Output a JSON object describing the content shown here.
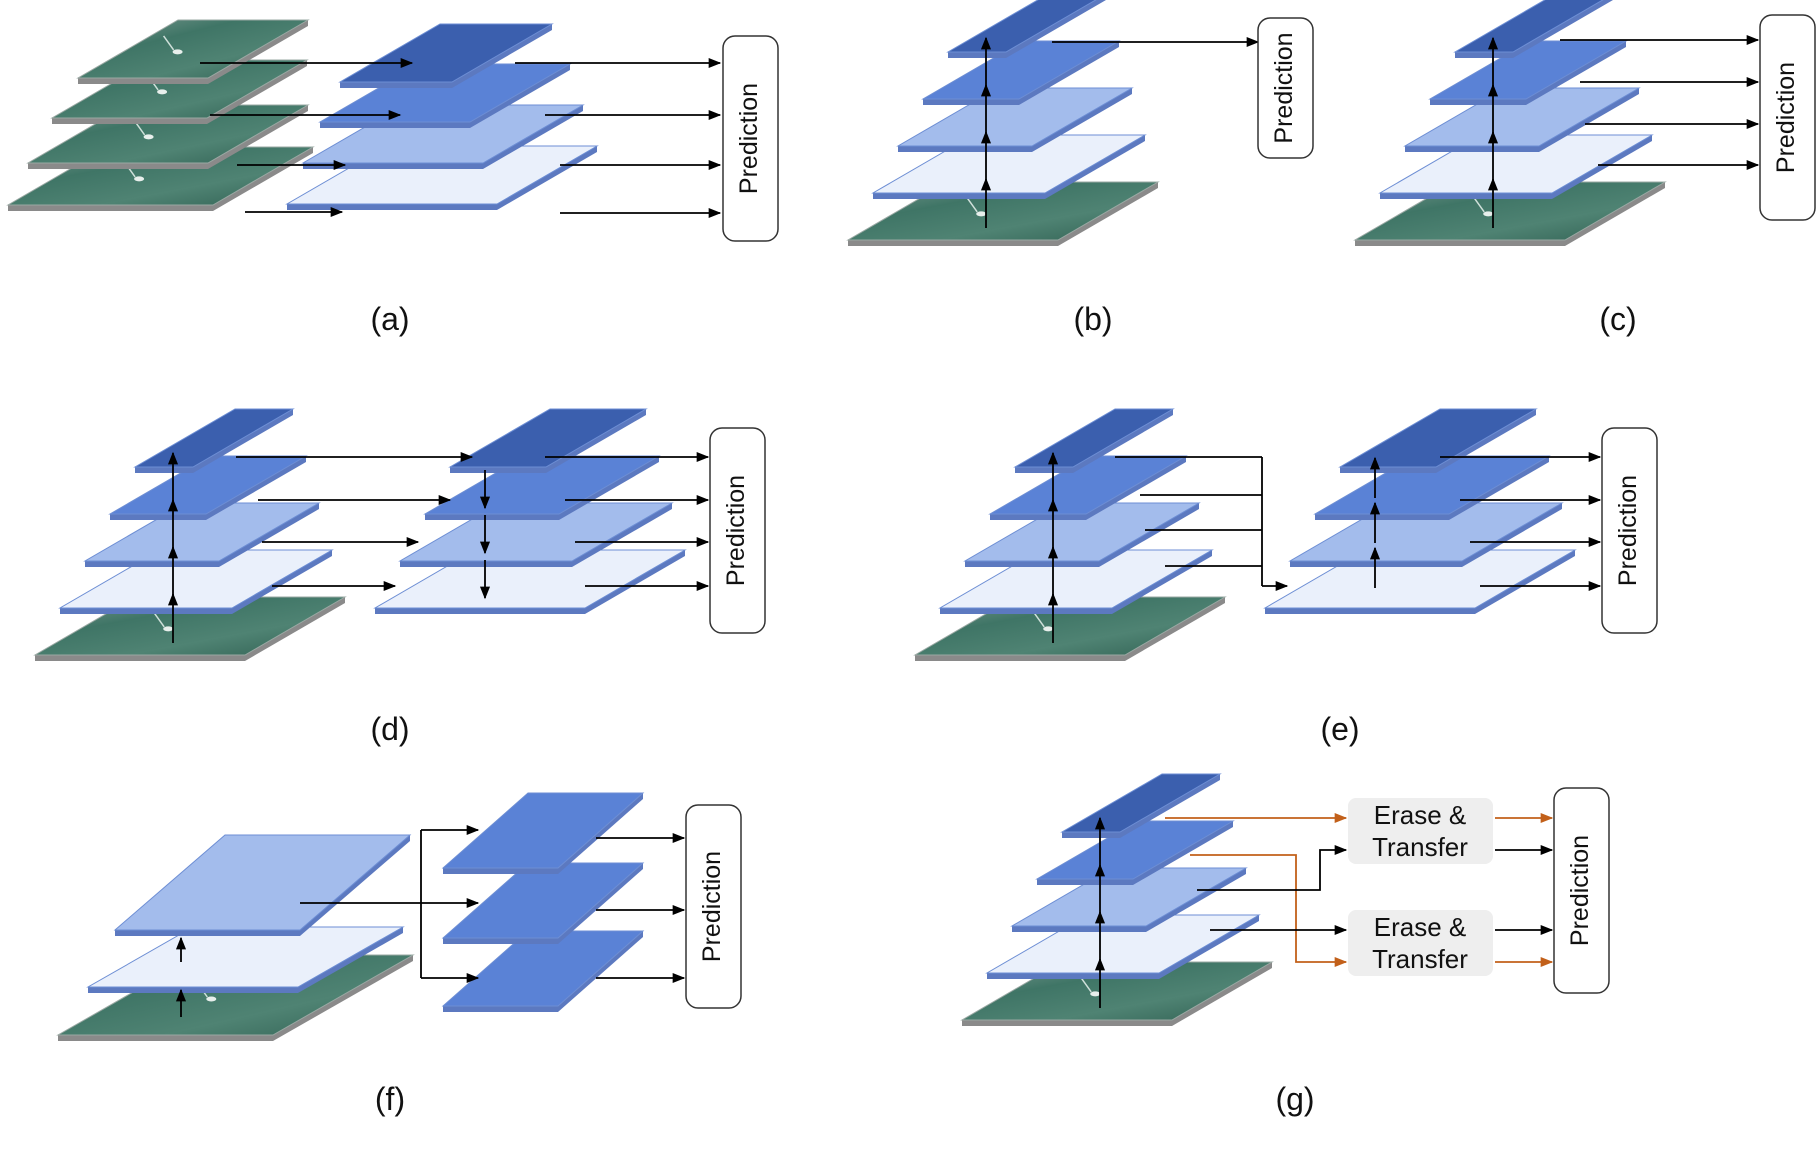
{
  "labels": {
    "prediction": "Prediction",
    "erase": "Erase &",
    "transfer": "Transfer"
  },
  "captions": [
    "(a)",
    "(b)",
    "(c)",
    "(d)",
    "(e)",
    "(f)",
    "(g)"
  ],
  "colors": {
    "level_top": "#3b5fae",
    "level_2": "#5a82d6",
    "level_3": "#a3bcec",
    "level_4": "#eaf0fb",
    "edge": "#5c79c0",
    "arrow": "#000000",
    "orange_arrow": "#c2601a",
    "box_fill": "#eeeeee",
    "transfer_text": "#c2601a"
  }
}
